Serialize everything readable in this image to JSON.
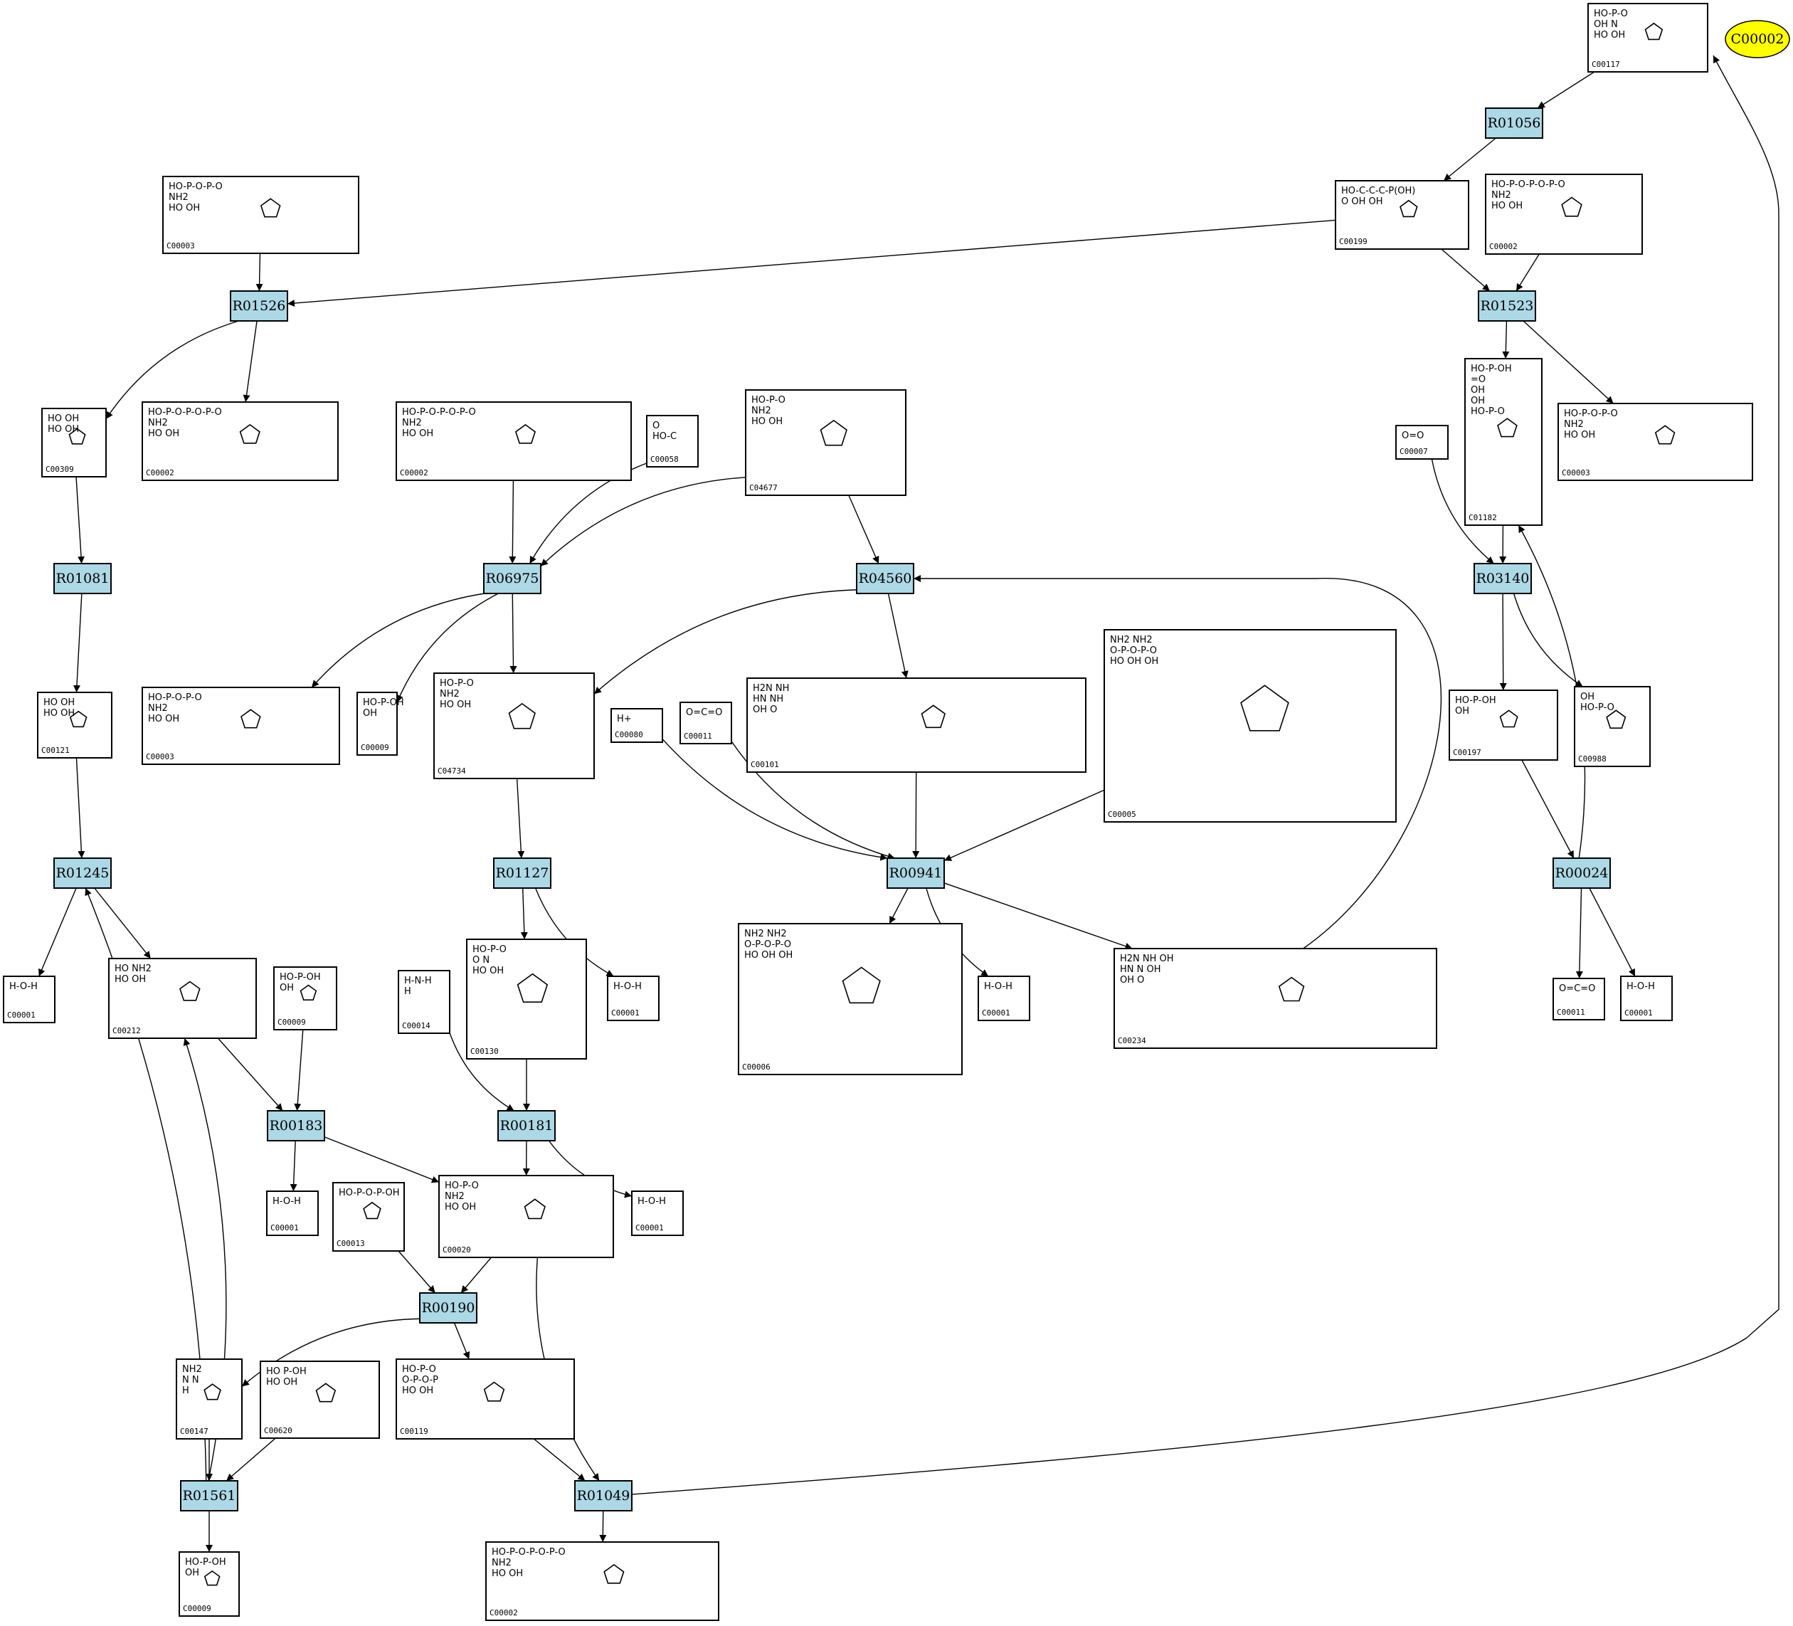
{
  "highlight": {
    "label": "C00002"
  },
  "reactions": [
    {
      "id": "R01056",
      "label": "R01056"
    },
    {
      "id": "R01526",
      "label": "R01526"
    },
    {
      "id": "R01523",
      "label": "R01523"
    },
    {
      "id": "R01081",
      "label": "R01081"
    },
    {
      "id": "R06975",
      "label": "R06975"
    },
    {
      "id": "R04560",
      "label": "R04560"
    },
    {
      "id": "R03140",
      "label": "R03140"
    },
    {
      "id": "R01245",
      "label": "R01245"
    },
    {
      "id": "R01127",
      "label": "R01127"
    },
    {
      "id": "R00941",
      "label": "R00941"
    },
    {
      "id": "R00024",
      "label": "R00024"
    },
    {
      "id": "R00183",
      "label": "R00183"
    },
    {
      "id": "R00181",
      "label": "R00181"
    },
    {
      "id": "R00190",
      "label": "R00190"
    },
    {
      "id": "R01561",
      "label": "R01561"
    },
    {
      "id": "R01049",
      "label": "R01049"
    }
  ],
  "compounds": [
    {
      "key": "c00117",
      "label": "C00117",
      "mol": [
        "HO-P-O",
        "OH  N",
        "HO OH"
      ]
    },
    {
      "key": "c00199",
      "label": "C00199",
      "mol": [
        "HO-C-C-C-P(OH)",
        "O  OH  OH"
      ]
    },
    {
      "key": "c00002a",
      "label": "C00002",
      "mol": [
        "HO-P-O-P-O-P-O",
        "NH2",
        "HO OH"
      ]
    },
    {
      "key": "c00003a",
      "label": "C00003",
      "mol": [
        "HO-P-O-P-O",
        "NH2",
        "HO OH"
      ]
    },
    {
      "key": "c00309",
      "label": "C00309",
      "mol": [
        "HO  OH",
        "HO  OH"
      ]
    },
    {
      "key": "c00002b",
      "label": "C00002",
      "mol": [
        "HO-P-O-P-O-P-O",
        "NH2",
        "HO OH"
      ]
    },
    {
      "key": "c00002c",
      "label": "C00002",
      "mol": [
        "HO-P-O-P-O-P-O",
        "NH2",
        "HO OH"
      ]
    },
    {
      "key": "c00058",
      "label": "C00058",
      "mol": [
        "O",
        "HO-C"
      ]
    },
    {
      "key": "c04677",
      "label": "C04677",
      "mol": [
        "HO-P-O",
        "NH2",
        "HO OH"
      ]
    },
    {
      "key": "c01182",
      "label": "C01182",
      "mol": [
        "HO-P-OH",
        "=O",
        "OH",
        "OH",
        "HO-P-O"
      ]
    },
    {
      "key": "c00007",
      "label": "C00007",
      "mol": [
        "O=O"
      ]
    },
    {
      "key": "c00003b",
      "label": "C00003",
      "mol": [
        "HO-P-O-P-O",
        "NH2",
        "HO OH"
      ]
    },
    {
      "key": "c00121",
      "label": "C00121",
      "mol": [
        "HO  OH",
        "HO  OH"
      ]
    },
    {
      "key": "c00003c",
      "label": "C00003",
      "mol": [
        "HO-P-O-P-O",
        "NH2",
        "HO OH"
      ]
    },
    {
      "key": "c00009a",
      "label": "C00009",
      "mol": [
        "HO-P-OH",
        "OH"
      ]
    },
    {
      "key": "c04734",
      "label": "C04734",
      "mol": [
        "HO-P-O",
        "NH2",
        "HO OH"
      ]
    },
    {
      "key": "c00080",
      "label": "C00080",
      "mol": [
        "H+"
      ]
    },
    {
      "key": "c00011a",
      "label": "C00011",
      "mol": [
        "O=C=O"
      ]
    },
    {
      "key": "c00101",
      "label": "C00101",
      "mol": [
        "H2N  NH",
        "HN  NH",
        "OH  O"
      ]
    },
    {
      "key": "c00005",
      "label": "C00005",
      "mol": [
        "NH2  NH2",
        "O-P-O-P-O",
        "HO OH  OH"
      ]
    },
    {
      "key": "c00197",
      "label": "C00197",
      "mol": [
        "HO-P-OH",
        "OH"
      ]
    },
    {
      "key": "c00988",
      "label": "C00988",
      "mol": [
        "OH",
        "HO-P-O"
      ]
    },
    {
      "key": "c00001a",
      "label": "C00001",
      "mol": [
        "H-O-H"
      ]
    },
    {
      "key": "c00212",
      "label": "C00212",
      "mol": [
        "HO  NH2",
        "HO OH"
      ]
    },
    {
      "key": "c00009b",
      "label": "C00009",
      "mol": [
        "HO-P-OH",
        "OH"
      ]
    },
    {
      "key": "c00014",
      "label": "C00014",
      "mol": [
        "H-N-H",
        "H"
      ]
    },
    {
      "key": "c00130",
      "label": "C00130",
      "mol": [
        "HO-P-O",
        "O  N",
        "HO OH"
      ]
    },
    {
      "key": "c00001b",
      "label": "C00001",
      "mol": [
        "H-O-H"
      ]
    },
    {
      "key": "c00006",
      "label": "C00006",
      "mol": [
        "NH2  NH2",
        "O-P-O-P-O",
        "HO OH  OH"
      ]
    },
    {
      "key": "c00001c",
      "label": "C00001",
      "mol": [
        "H-O-H"
      ]
    },
    {
      "key": "c00234",
      "label": "C00234",
      "mol": [
        "H2N  NH  OH",
        "HN  N  OH",
        "OH  O"
      ]
    },
    {
      "key": "c00011b",
      "label": "C00011",
      "mol": [
        "O=C=O"
      ]
    },
    {
      "key": "c00001d",
      "label": "C00001",
      "mol": [
        "H-O-H"
      ]
    },
    {
      "key": "c00001e",
      "label": "C00001",
      "mol": [
        "H-O-H"
      ]
    },
    {
      "key": "c00013",
      "label": "C00013",
      "mol": [
        "HO-P-O-P-OH"
      ]
    },
    {
      "key": "c00020",
      "label": "C00020",
      "mol": [
        "HO-P-O",
        "NH2",
        "HO OH"
      ]
    },
    {
      "key": "c00001f",
      "label": "C00001",
      "mol": [
        "H-O-H"
      ]
    },
    {
      "key": "c00147",
      "label": "C00147",
      "mol": [
        "NH2",
        "N  N",
        "H"
      ]
    },
    {
      "key": "c00620",
      "label": "C00620",
      "mol": [
        "HO  P-OH",
        "HO OH"
      ]
    },
    {
      "key": "c00119",
      "label": "C00119",
      "mol": [
        "HO-P-O",
        "O-P-O-P",
        "HO OH"
      ]
    },
    {
      "key": "c00009c",
      "label": "C00009",
      "mol": [
        "HO-P-OH",
        "OH"
      ]
    },
    {
      "key": "c00002d",
      "label": "C00002",
      "mol": [
        "HO-P-O-P-O-P-O",
        "NH2",
        "HO OH"
      ]
    }
  ]
}
